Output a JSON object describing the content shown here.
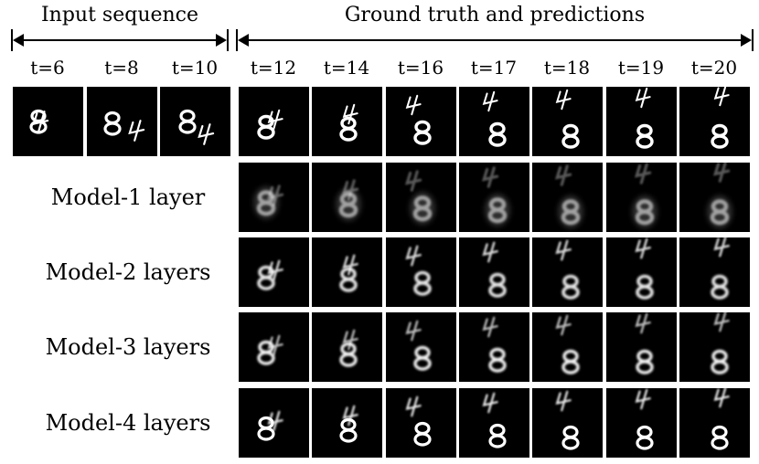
{
  "header": {
    "input_title": "Input sequence",
    "output_title": "Ground truth and predictions"
  },
  "input_times": [
    "t=6",
    "t=8",
    "t=10"
  ],
  "output_times": [
    "t=12",
    "t=14",
    "t=16",
    "t=17",
    "t=18",
    "t=19",
    "t=20"
  ],
  "rows": [
    {
      "label": "",
      "kind": "ground-truth"
    },
    {
      "label": "Model-1 layer",
      "kind": "prediction"
    },
    {
      "label": "Model-2 layers",
      "kind": "prediction"
    },
    {
      "label": "Model-3 layers",
      "kind": "prediction"
    },
    {
      "label": "Model-4 layers",
      "kind": "prediction"
    }
  ],
  "colors": {
    "background": "#ffffff",
    "frame": "#000000",
    "digit": "#ffffff"
  }
}
